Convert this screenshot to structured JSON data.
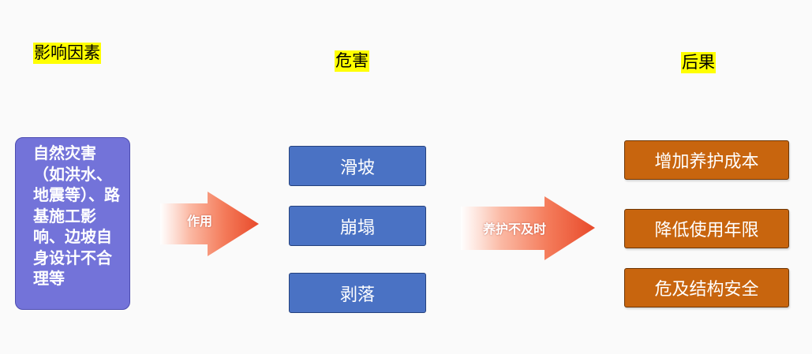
{
  "headers": {
    "factors": "影响因素",
    "hazards": "危害",
    "consequences": "后果"
  },
  "cause": "自然灾害（如洪水、地震等）、路基施工影响、边坡自身设计不合理等",
  "arrows": {
    "act": "作用",
    "maintenance": "养护不及时"
  },
  "hazards": [
    "滑坡",
    "崩塌",
    "剥落"
  ],
  "consequences": [
    "增加养护成本",
    "降低使用年限",
    "危及结构安全"
  ],
  "colors": {
    "header_highlight": "#ffff00",
    "cause_box": "#7373d9",
    "hazard_box": "#4a72c4",
    "consequence_box": "#c8650e",
    "arrow_head": "#ee5a3a"
  }
}
